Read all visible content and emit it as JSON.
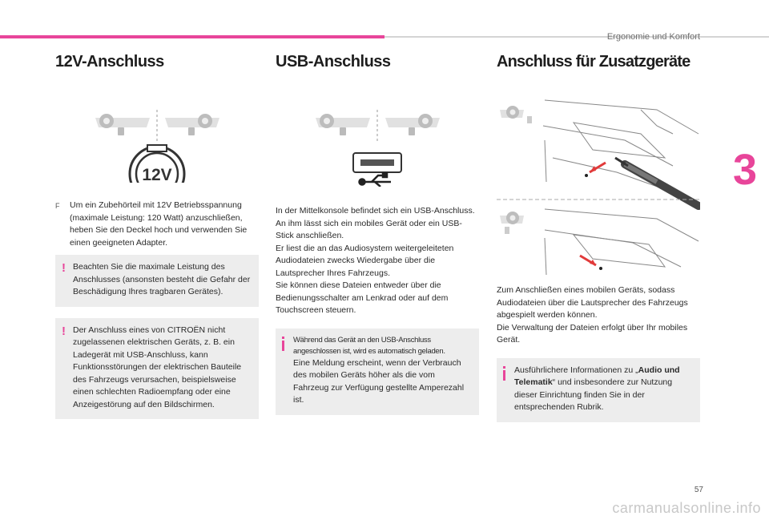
{
  "header": {
    "section_title": "Ergonomie und Komfort",
    "chapter_number": "3",
    "page_number": "57"
  },
  "watermark": "carmanualsonline.info",
  "col1": {
    "title": "12V-Anschluss",
    "socket_label": "12V",
    "bullet_marker": "F",
    "bullet_text": "Um ein Zubehörteil mit 12V Betriebsspannung (maximale Leistung: 120 Watt) anzuschließen, heben Sie den Deckel hoch und verwenden Sie einen geeigneten Adapter.",
    "warning1": "Beachten Sie die maximale Leistung des Anschlusses (ansonsten besteht die Gefahr der Beschädigung Ihres tragbaren Gerätes).",
    "warning2": "Der Anschluss eines von CITROËN nicht zugelassenen elektrischen Geräts, z. B. ein Ladegerät mit USB-Anschluss, kann Funktionsstörungen der elektrischen Bauteile des Fahrzeugs verursachen, beispielsweise einen schlechten Radioempfang oder eine Anzeigestörung auf den Bildschirmen.",
    "warning_symbol": "!"
  },
  "col2": {
    "title": "USB-Anschluss",
    "paragraphs": [
      "In der Mittelkonsole befindet sich ein USB-Anschluss.",
      "An ihm lässt sich ein mobiles Gerät oder ein USB-Stick anschließen.",
      "Er liest die an das Audiosystem weitergeleiteten Audiodateien zwecks Wiedergabe über die Lautsprecher Ihres Fahrzeugs.",
      "Sie können diese Dateien entweder über die Bedienungsschalter am Lenkrad oder auf dem Touchscreen steuern."
    ],
    "info_first": "Während das Gerät an den USB-Anschluss angeschlossen ist, wird es automatisch geladen.",
    "info_rest": "Eine Meldung erscheint, wenn der Verbrauch des mobilen Geräts höher als die vom Fahrzeug zur Verfügung gestellte Amperezahl ist."
  },
  "col3": {
    "title": "Anschluss für Zusatzgeräte",
    "paragraphs": [
      "Zum Anschließen eines mobilen Geräts, sodass Audiodateien über die Lautsprecher des Fahrzeugs abgespielt werden können.",
      "Die Verwaltung der Dateien erfolgt über Ihr mobiles Gerät."
    ],
    "info_pre": "Ausführlichere Informationen zu „",
    "info_bold": "Audio und Telematik",
    "info_post": "“ und insbesondere zur Nutzung dieser Einrichtung finden Sie in der entsprechenden Rubrik."
  }
}
